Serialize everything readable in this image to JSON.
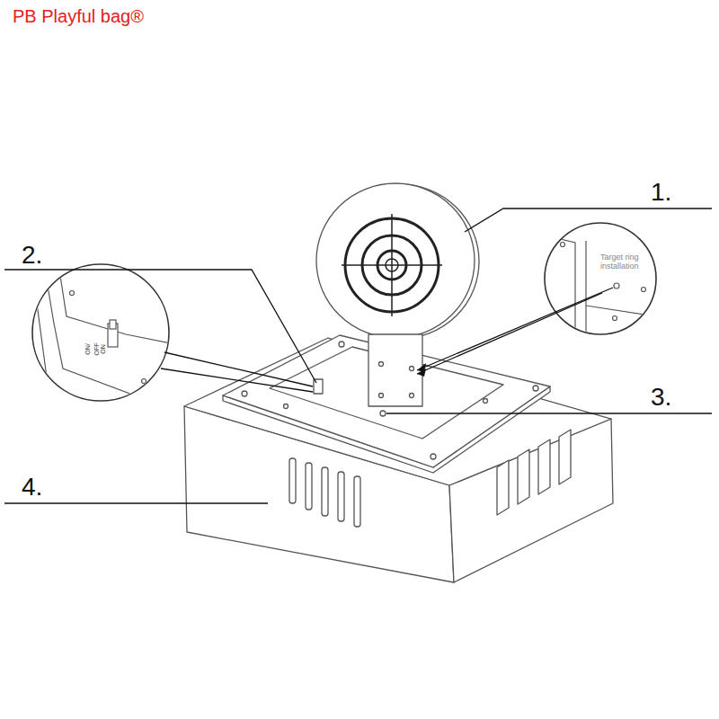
{
  "diagram": {
    "labels": [
      "PB Playful bag®",
      "2.",
      "ON/",
      "OFF",
      "ON",
      "1.",
      "Target ring installation",
      "3.",
      "4."
    ]
  }
}
